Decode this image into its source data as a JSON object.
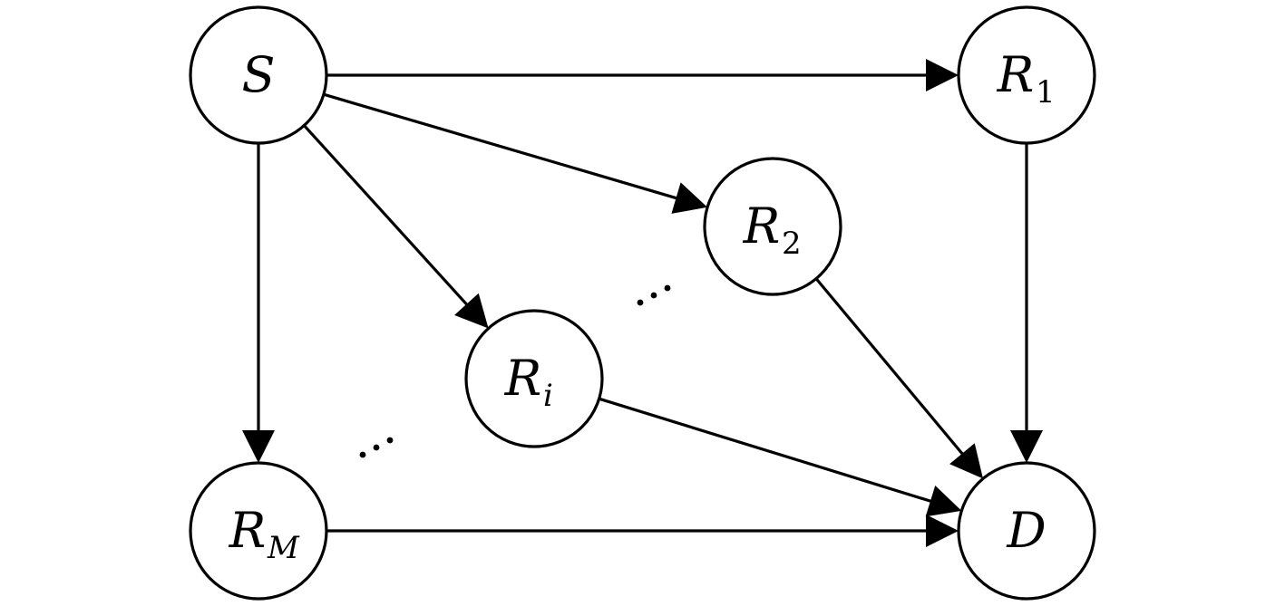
{
  "diagram": {
    "nodes": [
      {
        "id": "S",
        "base": "S",
        "sub": "",
        "sub_italic": false
      },
      {
        "id": "R1",
        "base": "R",
        "sub": "1",
        "sub_italic": false
      },
      {
        "id": "R2",
        "base": "R",
        "sub": "2",
        "sub_italic": false
      },
      {
        "id": "Ri",
        "base": "R",
        "sub": "i",
        "sub_italic": true
      },
      {
        "id": "RM",
        "base": "R",
        "sub": "M",
        "sub_italic": true
      },
      {
        "id": "D",
        "base": "D",
        "sub": "",
        "sub_italic": false
      }
    ],
    "edges": [
      {
        "from": "S",
        "to": "R1"
      },
      {
        "from": "S",
        "to": "R2"
      },
      {
        "from": "S",
        "to": "Ri"
      },
      {
        "from": "S",
        "to": "RM"
      },
      {
        "from": "R1",
        "to": "D"
      },
      {
        "from": "R2",
        "to": "D"
      },
      {
        "from": "Ri",
        "to": "D"
      },
      {
        "from": "RM",
        "to": "D"
      }
    ],
    "ellipses": [
      "between-R2-and-Ri",
      "between-Ri-and-RM"
    ]
  },
  "colors": {
    "stroke": "#000000",
    "background": "#ffffff"
  }
}
